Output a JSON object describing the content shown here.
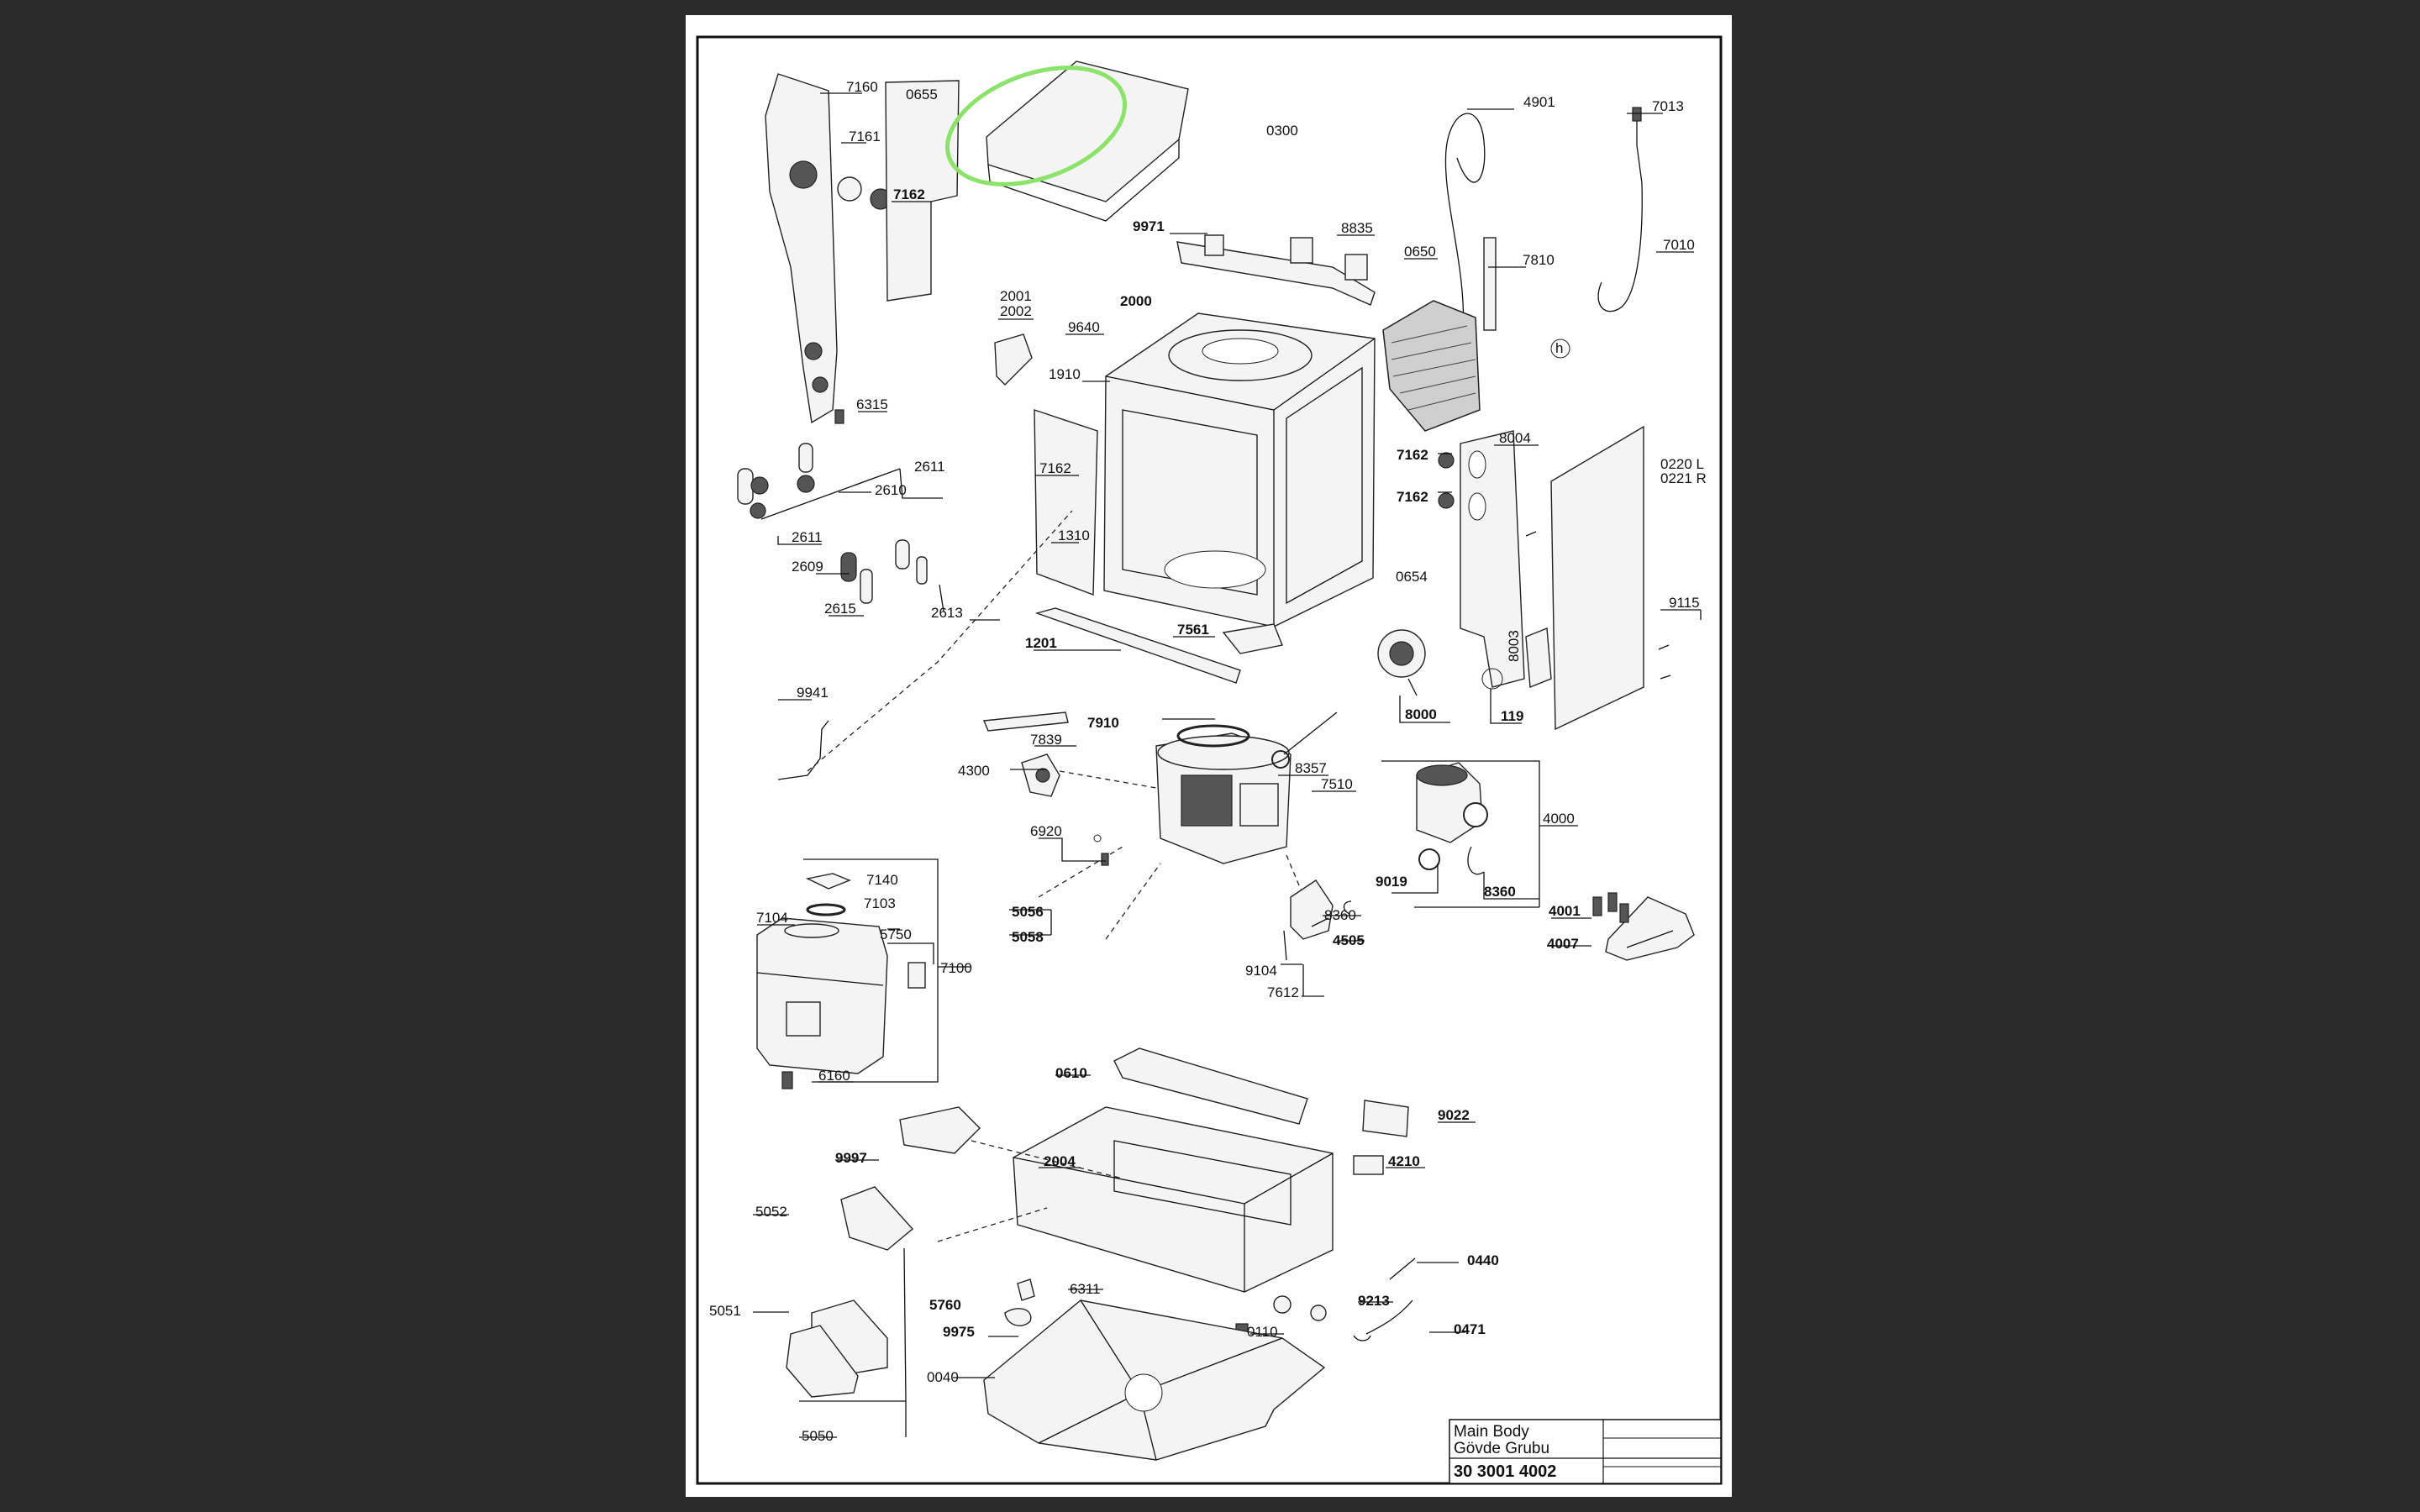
{
  "title_block": {
    "title_en": "Main Body",
    "title_tr": "Gövde Grubu",
    "code": "30 3001 4002"
  },
  "highlight": {
    "color": "#8BE36A",
    "part": "0300"
  },
  "labels": {
    "l7160": "7160",
    "l7161": "7161",
    "l7162a": "7162",
    "l0655": "0655",
    "l0300": "0300",
    "l4901": "4901",
    "l7013": "7013",
    "l7010": "7010",
    "l9971": "9971",
    "l8835": "8835",
    "l0650": "0650",
    "l7810": "7810",
    "l2001": "2001",
    "l2002": "2002",
    "l2000": "2000",
    "l9640": "9640",
    "l1910": "1910",
    "l6315": "6315",
    "l2611a": "2611",
    "l2610": "2610",
    "l2611b": "2611",
    "l2609": "2609",
    "l2615": "2615",
    "l2613": "2613",
    "l7162b": "7162",
    "l1310": "1310",
    "l7162c": "7162",
    "l7162d": "7162",
    "l8004": "8004",
    "l0220": "0220 L",
    "l0221": "0221 R",
    "l0654": "0654",
    "l9115": "9115",
    "l8003": "8003",
    "l1201": "1201",
    "l7561": "7561",
    "l8000": "8000",
    "l119": "119",
    "l9941": "9941",
    "l7910": "7910",
    "l7839": "7839",
    "l8357": "8357",
    "l4300": "4300",
    "l7510": "7510",
    "l4000": "4000",
    "l6920": "6920",
    "l9019": "9019",
    "l8360a": "8360",
    "l7140": "7140",
    "l7103": "7103",
    "l7104": "7104",
    "l5750": "5750",
    "l7100": "7100",
    "l5056": "5056",
    "l5058": "5058",
    "l8360b": "8360",
    "l4505": "4505",
    "l4001": "4001",
    "l4007": "4007",
    "l9104": "9104",
    "l7612": "7612",
    "l6160": "6160",
    "l0610": "0610",
    "l9022": "9022",
    "l9997": "9997",
    "l2004": "2004",
    "l4210": "4210",
    "l5052": "5052",
    "l0440": "0440",
    "l5760": "5760",
    "l6311": "6311",
    "l9213": "9213",
    "l5051": "5051",
    "l9975": "9975",
    "l0110": "0110",
    "l0471": "0471",
    "l0040": "0040",
    "l5050": "5050",
    "lh": "h"
  }
}
